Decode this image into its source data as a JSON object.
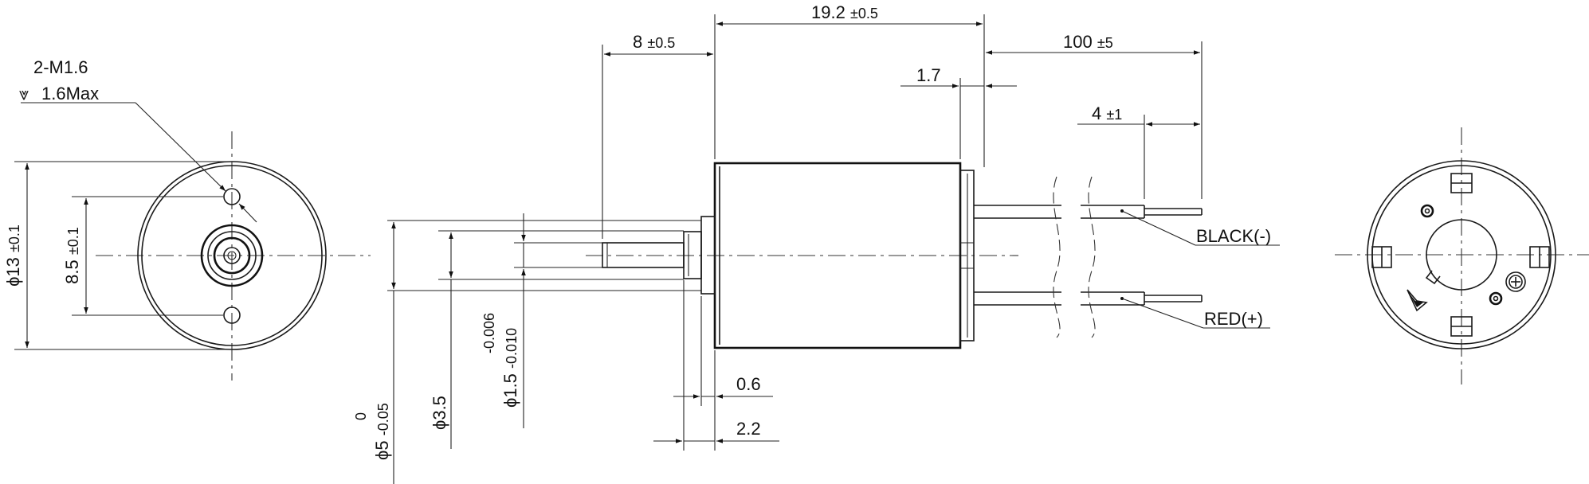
{
  "dimensions": {
    "front_hole_thread": "2-M1.6",
    "front_hole_depth": "1.6Max",
    "front_diameter": "13",
    "front_diameter_tol": "±0.1",
    "front_hole_pitch": "8.5",
    "front_hole_pitch_tol": "±0.1",
    "shaft_length": "8",
    "shaft_length_tol": "±0.5",
    "body_length": "19.2",
    "body_length_tol": "±0.5",
    "lead_length": "100",
    "lead_length_tol": "±5",
    "endcap_thickness": "1.7",
    "strip_length": "4",
    "strip_length_tol": "±1",
    "boss_diameter": "5",
    "boss_tol_upper": "0",
    "boss_tol_lower": "-0.05",
    "bearing_diameter": "3.5",
    "shaft_diameter": "1.5",
    "shaft_tol_upper": "-0.006",
    "shaft_tol_lower": "-0.010",
    "flange_thickness": "0.6",
    "boss_length": "2.2"
  },
  "leads": {
    "black_label": "BLACK(-)",
    "red_label": "RED(+)"
  },
  "symbols": {
    "diameter": "ϕ",
    "depth": "⩔"
  }
}
